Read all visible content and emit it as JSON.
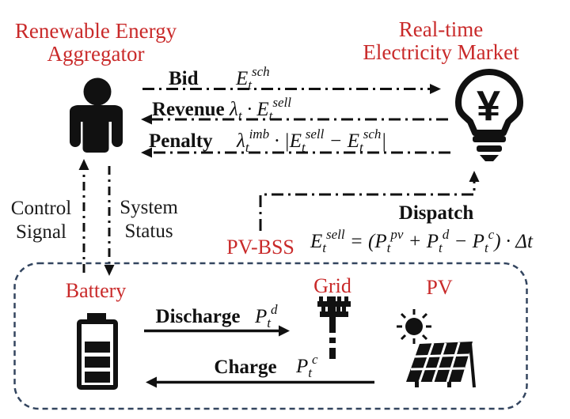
{
  "colors": {
    "red": "#c92a2a",
    "ink": "#111111",
    "box_border": "#33455f"
  },
  "aggregator": {
    "title_line1": "Renewable Energy",
    "title_line2": "Aggregator"
  },
  "market": {
    "title_line1": "Real-time",
    "title_line2": "Electricity Market",
    "symbol": "¥"
  },
  "flows": {
    "bid": {
      "label": "Bid",
      "formula": [
        "E",
        "t",
        "sch"
      ]
    },
    "revenue": {
      "label": "Revenue",
      "formula": [
        "λ",
        "t",
        " · ",
        "E",
        "t",
        "sell"
      ]
    },
    "penalty": {
      "label": "Penalty",
      "formula": [
        "λ",
        "t",
        "imb",
        " · |",
        "E",
        "t",
        "sell",
        " − ",
        "E",
        "t",
        "sch",
        "|"
      ]
    },
    "dispatch": {
      "label": "Dispatch",
      "formula": [
        "E",
        "t",
        "sell",
        " = (",
        "P",
        "t",
        "pv",
        " + ",
        "P",
        "t",
        "d",
        " − ",
        "P",
        "t",
        "c",
        ") · Δt"
      ]
    }
  },
  "signals": {
    "control_line1": "Control",
    "control_line2": "Signal",
    "status_line1": "System",
    "status_line2": "Status"
  },
  "plant": {
    "label": "PV-BSS",
    "battery": "Battery",
    "grid": "Grid",
    "pv": "PV",
    "discharge": {
      "label": "Discharge",
      "formula": [
        "P",
        "t",
        "d"
      ]
    },
    "charge": {
      "label": "Charge",
      "formula": [
        "P",
        "t",
        "c"
      ]
    }
  }
}
